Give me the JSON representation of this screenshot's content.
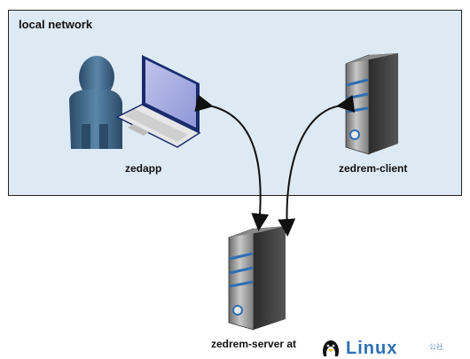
{
  "diagram": {
    "network_label": "local network",
    "nodes": {
      "zedapp": "zedapp",
      "client": "zedrem-client",
      "server": "zedrem-server at"
    },
    "logo": {
      "text": "Linux",
      "suffix": "公社"
    },
    "colors": {
      "network_fill": "#dde9f3",
      "border": "#222222",
      "server_dark": "#3b3b3b",
      "server_light": "#9a9a9a",
      "accent_blue": "#2f6fb3",
      "person": "#3b5f7d"
    }
  }
}
